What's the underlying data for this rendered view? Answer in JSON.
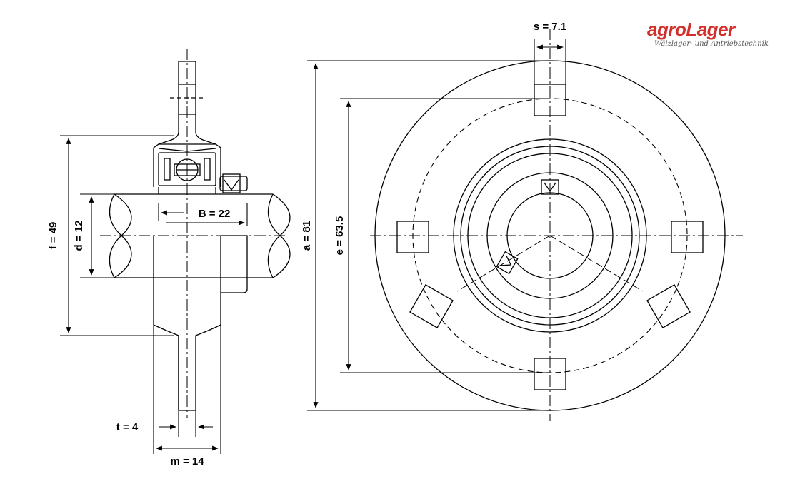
{
  "brand": {
    "name_prefix": "agro",
    "name_suffix": "Lager",
    "tagline": "Wälzlager- und Antriebstechnik",
    "color": "#d22f2a"
  },
  "dimensions": {
    "s": "s = 7.1",
    "a": "a = 81",
    "e": "e = 63.5",
    "f": "f = 49",
    "d": "d = 12",
    "B": "B = 22",
    "t": "t = 4",
    "m": "m = 14"
  }
}
